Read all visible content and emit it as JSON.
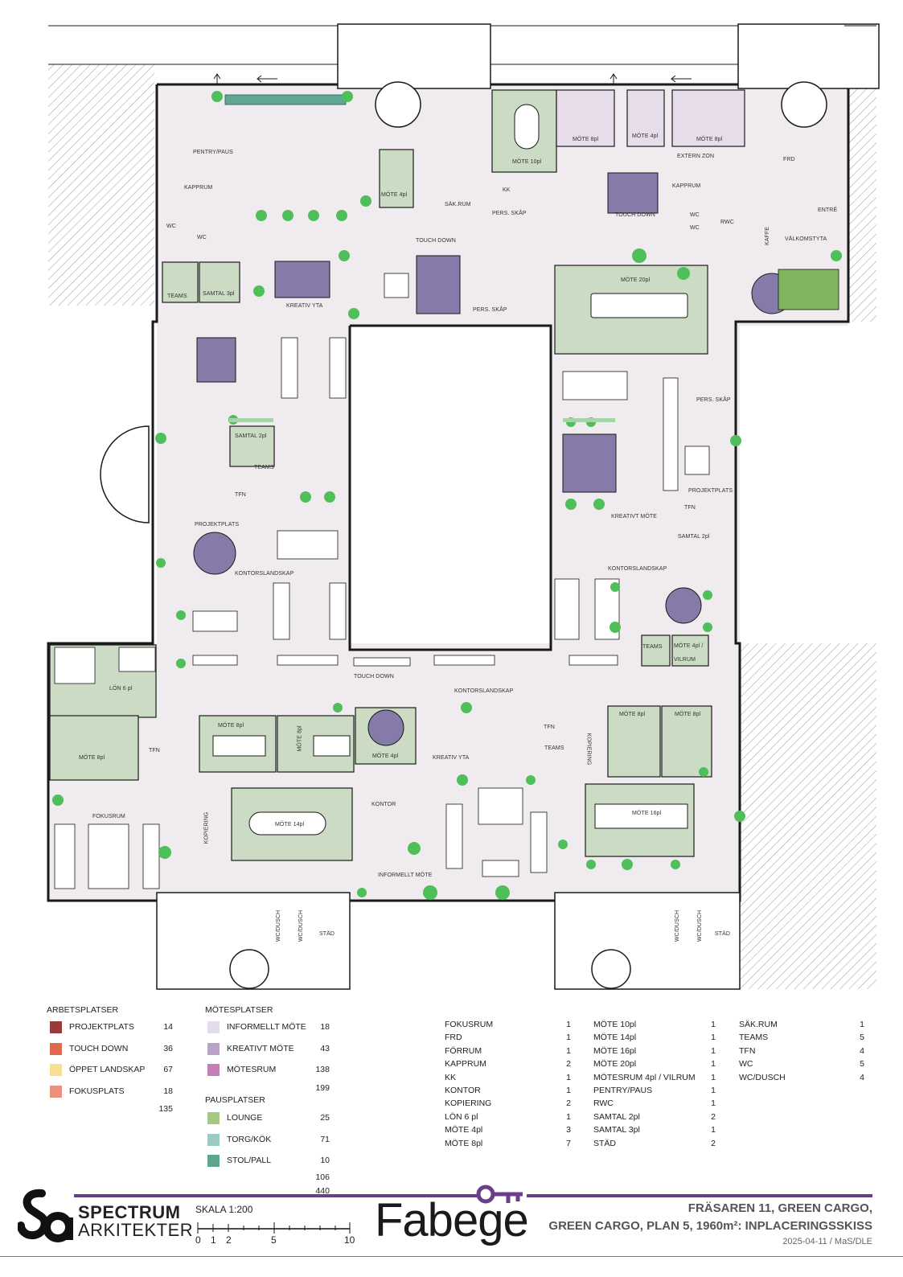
{
  "rooms": {
    "pentry": "PENTRY/PAUS",
    "kapprum_w": "KAPPRUM",
    "wc_a": "WC",
    "wc_b": "WC",
    "teams_nw": "TEAMS",
    "samtal3": "SAMTAL 3pl",
    "kreativ_yta_n": "KREATIV YTA",
    "touchdown_n": "TOUCH DOWN",
    "pers_skap_n": "PERS. SKÅP",
    "mote10": "MÖTE 10pl",
    "mote4_n": "MÖTE 4pl",
    "sakrum_n": "SÄK.RUM",
    "kk": "KK",
    "pers_skap_n2": "PERS. SKÅP",
    "mote8_n1": "MÖTE 8pl",
    "mote4_n2": "MÖTE 4pl",
    "mote8_n2": "MÖTE 8pl",
    "extern_zon": "EXTERN ZON",
    "kapprum_e": "KAPPRUM",
    "touchdown_e": "TOUCH DOWN",
    "wc_e1": "WC",
    "wc_e2": "WC",
    "rwc": "RWC",
    "frd": "FRD",
    "entre": "ENTRÉ",
    "kaffe": "KAFFE",
    "valkomstyta": "VÄLKOMSTYTA",
    "mote20": "MÖTE 20pl",
    "pers_skap_e": "PERS. SKÅP",
    "samtal2_w": "SAMTAL 2pl",
    "teams_w": "TEAMS",
    "tfn_w": "TFN",
    "projektplats_w": "PROJEKTPLATS",
    "kontorslandskap_w": "KONTORSLANDSKAP",
    "projektplats_e": "PROJEKTPLATS",
    "kreativt_mote": "KREATIVT MÖTE",
    "tfn_e": "TFN",
    "samtal2_e": "SAMTAL 2pl",
    "kontorslandskap_e": "KONTORSLANDSKAP",
    "teams_e": "TEAMS",
    "mote4_vilrum": "MÖTE 4pl / VILRUM",
    "lon6": "LÖN 6 pl",
    "mote8_sw": "MÖTE 8pl",
    "tfn_sw": "TFN",
    "fokusrum": "FOKUSRUM",
    "touchdown_s": "TOUCH DOWN",
    "kontorslandskap_s": "KONTORSLANDSKAP",
    "mote8_s1": "MÖTE 8pl",
    "mote8_s2": "MÖTE 8pl",
    "mote4_s": "MÖTE 4pl",
    "kontor": "KONTOR",
    "kopiering_w": "KOPIERING",
    "mote14": "MÖTE 14pl",
    "informellt_mote": "INFORMELLT MÖTE",
    "kreativ_yta_s": "KREATIV YTA",
    "tfn_s": "TFN",
    "teams_s": "TEAMS",
    "kopiering_e": "KOPIERING",
    "mote8_se1": "MÖTE 8pl",
    "mote8_se2": "MÖTE 8pl",
    "mote16": "MÖTE 16pl",
    "wc_dusch_1": "WC/DUSCH",
    "wc_dusch_2": "WC/DUSCH",
    "stad_1": "STÄD",
    "wc_dusch_3": "WC/DUSCH",
    "wc_dusch_4": "WC/DUSCH",
    "stad_2": "STÄD"
  },
  "legend": {
    "arbetsplatser": {
      "title": "ARBETSPLATSER",
      "items": [
        {
          "label": "PROJEKTPLATS",
          "count": "14",
          "color": "#9b3a3a"
        },
        {
          "label": "TOUCH DOWN",
          "count": "36",
          "color": "#e06a4e"
        },
        {
          "label": "ÖPPET LANDSKAP",
          "count": "67",
          "color": "#f6df90"
        },
        {
          "label": "FOKUSPLATS",
          "count": "18",
          "color": "#e9907e"
        }
      ],
      "total": "135"
    },
    "motesplatser": {
      "title": "MÖTESPLATSER",
      "items": [
        {
          "label": "INFORMELLT MÖTE",
          "count": "18",
          "color": "#e4dcec"
        },
        {
          "label": "KREATIVT MÖTE",
          "count": "43",
          "color": "#b9a3c9"
        },
        {
          "label": "MÖTESRUM",
          "count": "138",
          "color": "#c47fb9"
        }
      ],
      "total": "199"
    },
    "pausplatser": {
      "title": "PAUSPLATSER",
      "items": [
        {
          "label": "LOUNGE",
          "count": "25",
          "color": "#a3c985"
        },
        {
          "label": "TORG/KÖK",
          "count": "71",
          "color": "#9ccbc6"
        },
        {
          "label": "STOL/PALL",
          "count": "10",
          "color": "#5ea78f"
        }
      ],
      "total": "106"
    },
    "grand_total": "440"
  },
  "room_types": [
    [
      {
        "name": "FOKUSRUM",
        "count": "1"
      },
      {
        "name": "FRD",
        "count": "1"
      },
      {
        "name": "FÖRRUM",
        "count": "1"
      },
      {
        "name": "KAPPRUM",
        "count": "2"
      },
      {
        "name": "KK",
        "count": "1"
      },
      {
        "name": "KONTOR",
        "count": "1"
      },
      {
        "name": "KOPIERING",
        "count": "2"
      },
      {
        "name": "LÖN 6 pl",
        "count": "1"
      },
      {
        "name": "MÖTE 4pl",
        "count": "3"
      },
      {
        "name": "MÖTE 8pl",
        "count": "7"
      }
    ],
    [
      {
        "name": "MÖTE 10pl",
        "count": "1"
      },
      {
        "name": "MÖTE 14pl",
        "count": "1"
      },
      {
        "name": "MÖTE 16pl",
        "count": "1"
      },
      {
        "name": "MÖTE 20pl",
        "count": "1"
      },
      {
        "name": "MÖTESRUM 4pl / VILRUM",
        "count": "1"
      },
      {
        "name": "PENTRY/PAUS",
        "count": "1"
      },
      {
        "name": "RWC",
        "count": "1"
      },
      {
        "name": "SAMTAL 2pl",
        "count": "2"
      },
      {
        "name": "SAMTAL 3pl",
        "count": "1"
      },
      {
        "name": "STÄD",
        "count": "2"
      }
    ],
    [
      {
        "name": "SÄK.RUM",
        "count": "1"
      },
      {
        "name": "TEAMS",
        "count": "5"
      },
      {
        "name": "TFN",
        "count": "4"
      },
      {
        "name": "WC",
        "count": "5"
      },
      {
        "name": "WC/DUSCH",
        "count": "4"
      }
    ]
  ],
  "scale": {
    "label": "SKALA 1:200",
    "ticks": [
      "0",
      "1",
      "2",
      "5",
      "10"
    ]
  },
  "brand": {
    "line1": "SPECTRUM",
    "line2": "ARKITEKTER",
    "client": "Fabege"
  },
  "title_block": {
    "line1": "FRÄSAREN 11, GREEN CARGO,",
    "line2": "GREEN CARGO, PLAN 5, 1960m²: INPLACERINGSSKISS",
    "meta": "2025-04-11 / MaS/DLE"
  },
  "colors": {
    "floor": "#efebee",
    "wall": "#1a1a1a",
    "meeting_green": "#ccdcc4",
    "creative_purple": "#857aa8",
    "accent_purple": "#6b3d8a",
    "plant": "#4fbf5a"
  }
}
